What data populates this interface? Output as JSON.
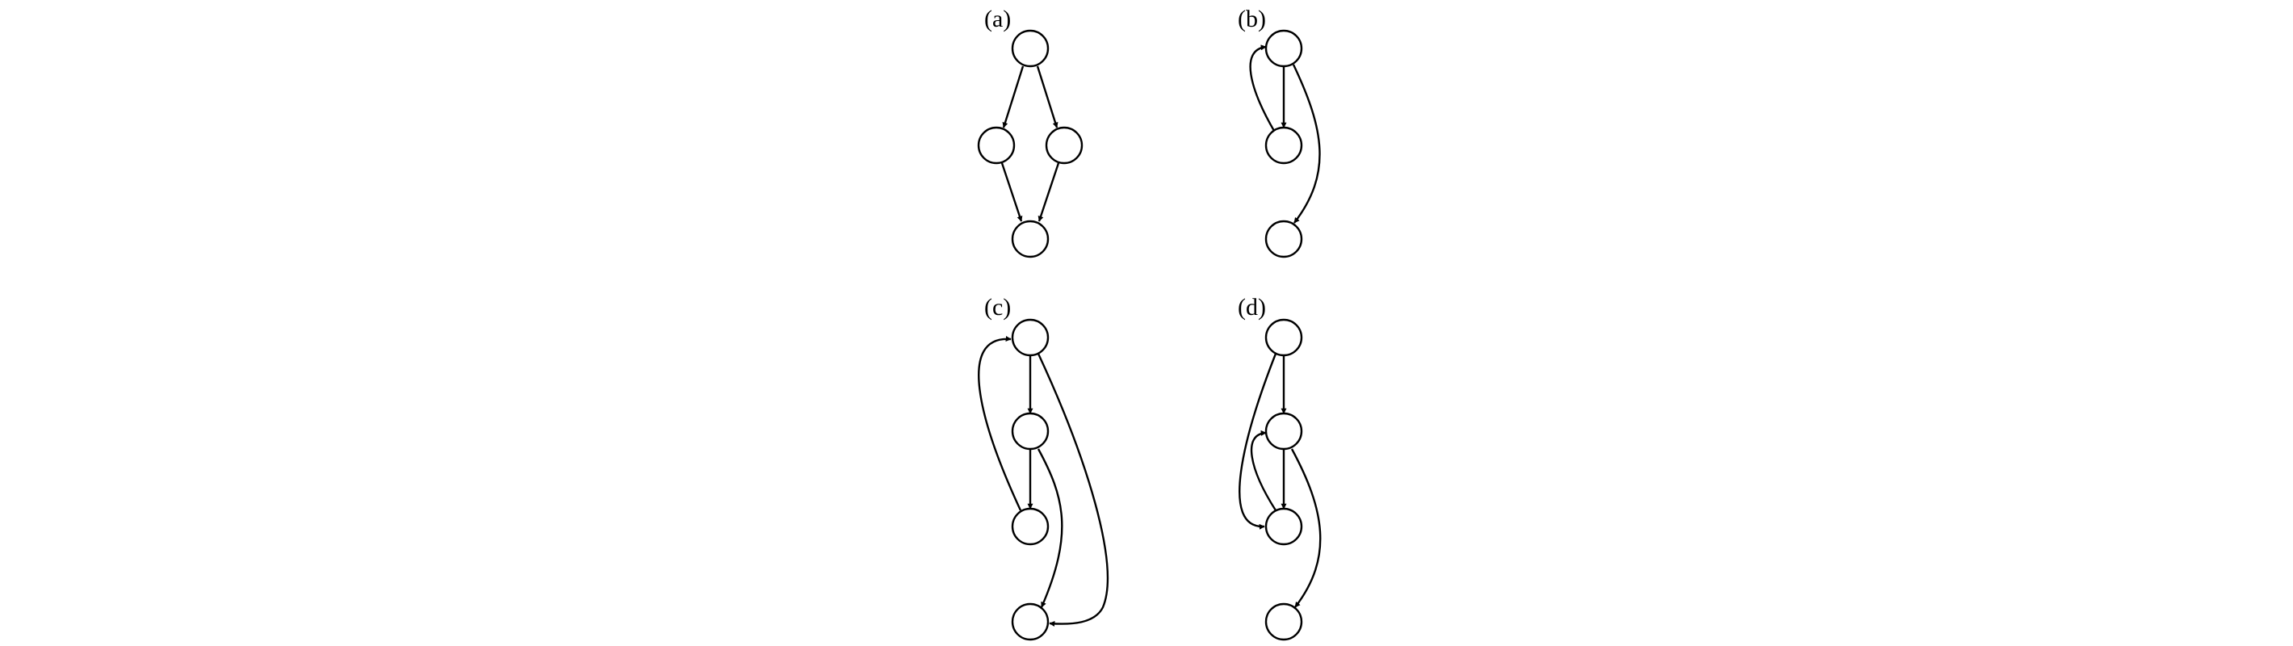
{
  "panels": [
    {
      "id": "a",
      "label": "(a)"
    },
    {
      "id": "b",
      "label": "(b)"
    },
    {
      "id": "c",
      "label": "(c)"
    },
    {
      "id": "d",
      "label": "(d)"
    }
  ],
  "colors": {
    "node_fill": "#ffffff",
    "stroke": "#000000"
  }
}
